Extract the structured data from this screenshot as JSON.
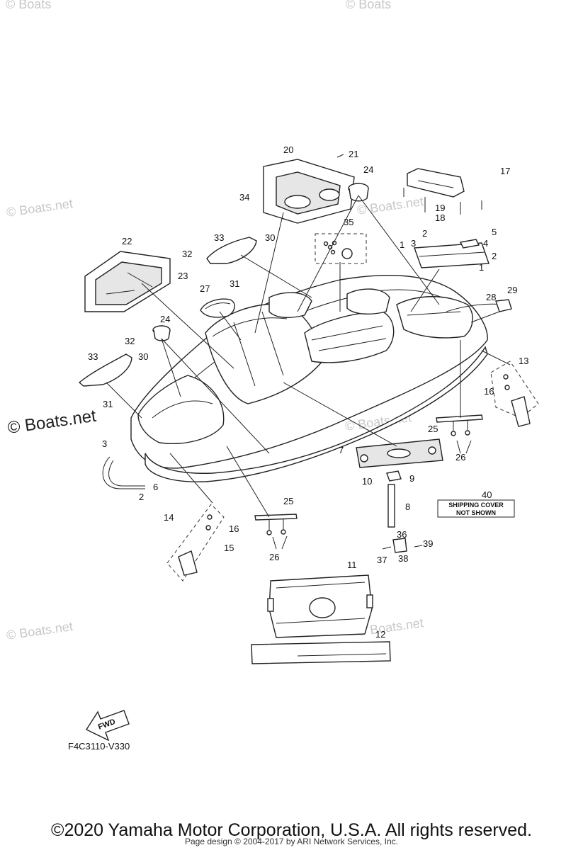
{
  "watermarks": {
    "small": "© Boats.net",
    "large": "© Boats.net",
    "top_left": "© Boats",
    "top_right": "© Boats"
  },
  "diagram_code": "F4C3110-V330",
  "fwd_label": "FWD",
  "shipping_note": {
    "line1": "SHIPPING COVER",
    "line2": "NOT SHOWN"
  },
  "callouts": {
    "n1a": "1",
    "n1b": "1",
    "n2a": "2",
    "n2b": "2",
    "n2c": "2",
    "n3a": "3",
    "n3b": "3",
    "n4": "4",
    "n5": "5",
    "n6": "6",
    "n7": "7",
    "n8": "8",
    "n9": "9",
    "n10": "10",
    "n11": "11",
    "n12": "12",
    "n13": "13",
    "n14": "14",
    "n15": "15",
    "n16a": "16",
    "n16b": "16",
    "n17": "17",
    "n18": "18",
    "n19": "19",
    "n20": "20",
    "n21": "21",
    "n22": "22",
    "n23": "23",
    "n24a": "24",
    "n24b": "24",
    "n25a": "25",
    "n25b": "25",
    "n26a": "26",
    "n26b": "26",
    "n27": "27",
    "n28": "28",
    "n29": "29",
    "n30a": "30",
    "n30b": "30",
    "n31a": "31",
    "n31b": "31",
    "n32a": "32",
    "n32b": "32",
    "n33a": "33",
    "n33b": "33",
    "n34": "34",
    "n35": "35",
    "n36": "36",
    "n37": "37",
    "n38": "38",
    "n39": "39",
    "n40": "40"
  },
  "footer": {
    "copyright": "©2020 Yamaha Motor Corporation, U.S.A. All rights reserved.",
    "page_design": "Page design © 2004-2017 by ARI Network Services, Inc."
  }
}
